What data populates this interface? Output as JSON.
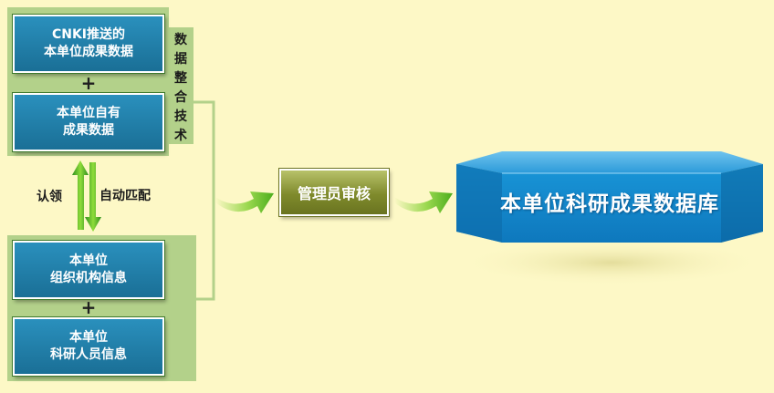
{
  "colors": {
    "background": "#fdf8c6",
    "panel": "#b3d18a",
    "box": "#1f7fab",
    "review_box": "#8a9530",
    "database": "#1d8fd1",
    "arrow": "#7cc420"
  },
  "boxes": {
    "cnki_line1": "CNKI推送的",
    "cnki_line2": "本单位成果数据",
    "own_line1": "本单位自有",
    "own_line2": "成果数据",
    "org_line1": "本单位",
    "org_line2": "组织机构信息",
    "staff_line1": "本单位",
    "staff_line2": "科研人员信息"
  },
  "plus_top": "+",
  "plus_bottom": "+",
  "integration": {
    "char1": "数",
    "char2": "据",
    "char3": "整",
    "char4": "合",
    "char5": "技",
    "char6": "术"
  },
  "claim_label": "认领",
  "auto_match_label": "自动匹配",
  "review_label": "管理员审核",
  "database_label": "本单位科研成果数据库"
}
